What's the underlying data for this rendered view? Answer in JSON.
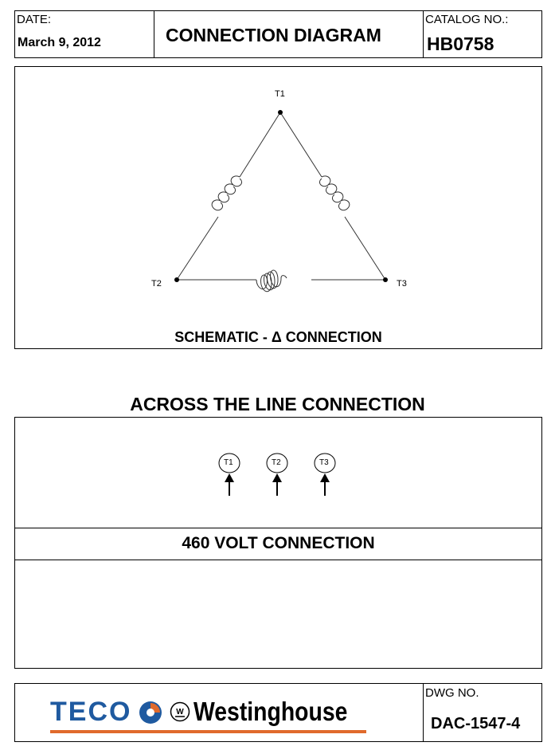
{
  "header": {
    "date_label": "DATE:",
    "date_value": "March 9, 2012",
    "title": "CONNECTION DIAGRAM",
    "catalog_label": "CATALOG NO.:",
    "catalog_value": "HB0758"
  },
  "schematic": {
    "terminals": [
      "T1",
      "T2",
      "T3"
    ],
    "caption": "SCHEMATIC - Δ CONNECTION"
  },
  "across_line": {
    "title": "ACROSS THE LINE CONNECTION",
    "terminals": [
      "T1",
      "T2",
      "T3"
    ],
    "voltage_label": "460 VOLT CONNECTION"
  },
  "footer": {
    "logo_teco": "TECO",
    "logo_westinghouse": "Westinghouse",
    "dwg_label": "DWG NO.",
    "dwg_value": "DAC-1547-4",
    "colors": {
      "teco_blue": "#1f5aa0",
      "accent_orange": "#e06a2c"
    }
  }
}
